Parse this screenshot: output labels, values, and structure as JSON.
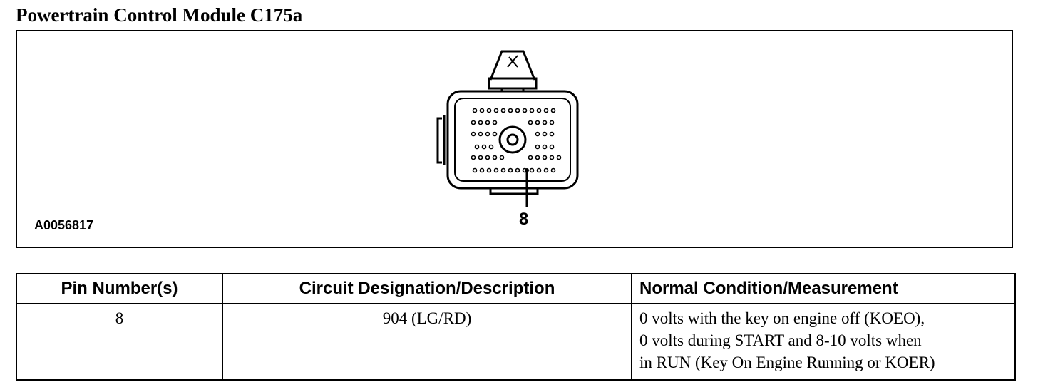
{
  "document": {
    "title": "Powertrain Control Module C175a",
    "figure_id": "A0056817",
    "pin_callout": "8"
  },
  "table": {
    "headers": [
      "Pin Number(s)",
      "Circuit Designation/Description",
      "Normal Condition/Measurement"
    ],
    "rows": [
      {
        "pin": "8",
        "circuit": "904 (LG/RD)",
        "condition_lines": [
          "0 volts with the key on engine off (KOEO),",
          "0 volts during START and 8-10 volts when",
          "in RUN (Key On Engine Running or KOER)"
        ]
      }
    ]
  }
}
